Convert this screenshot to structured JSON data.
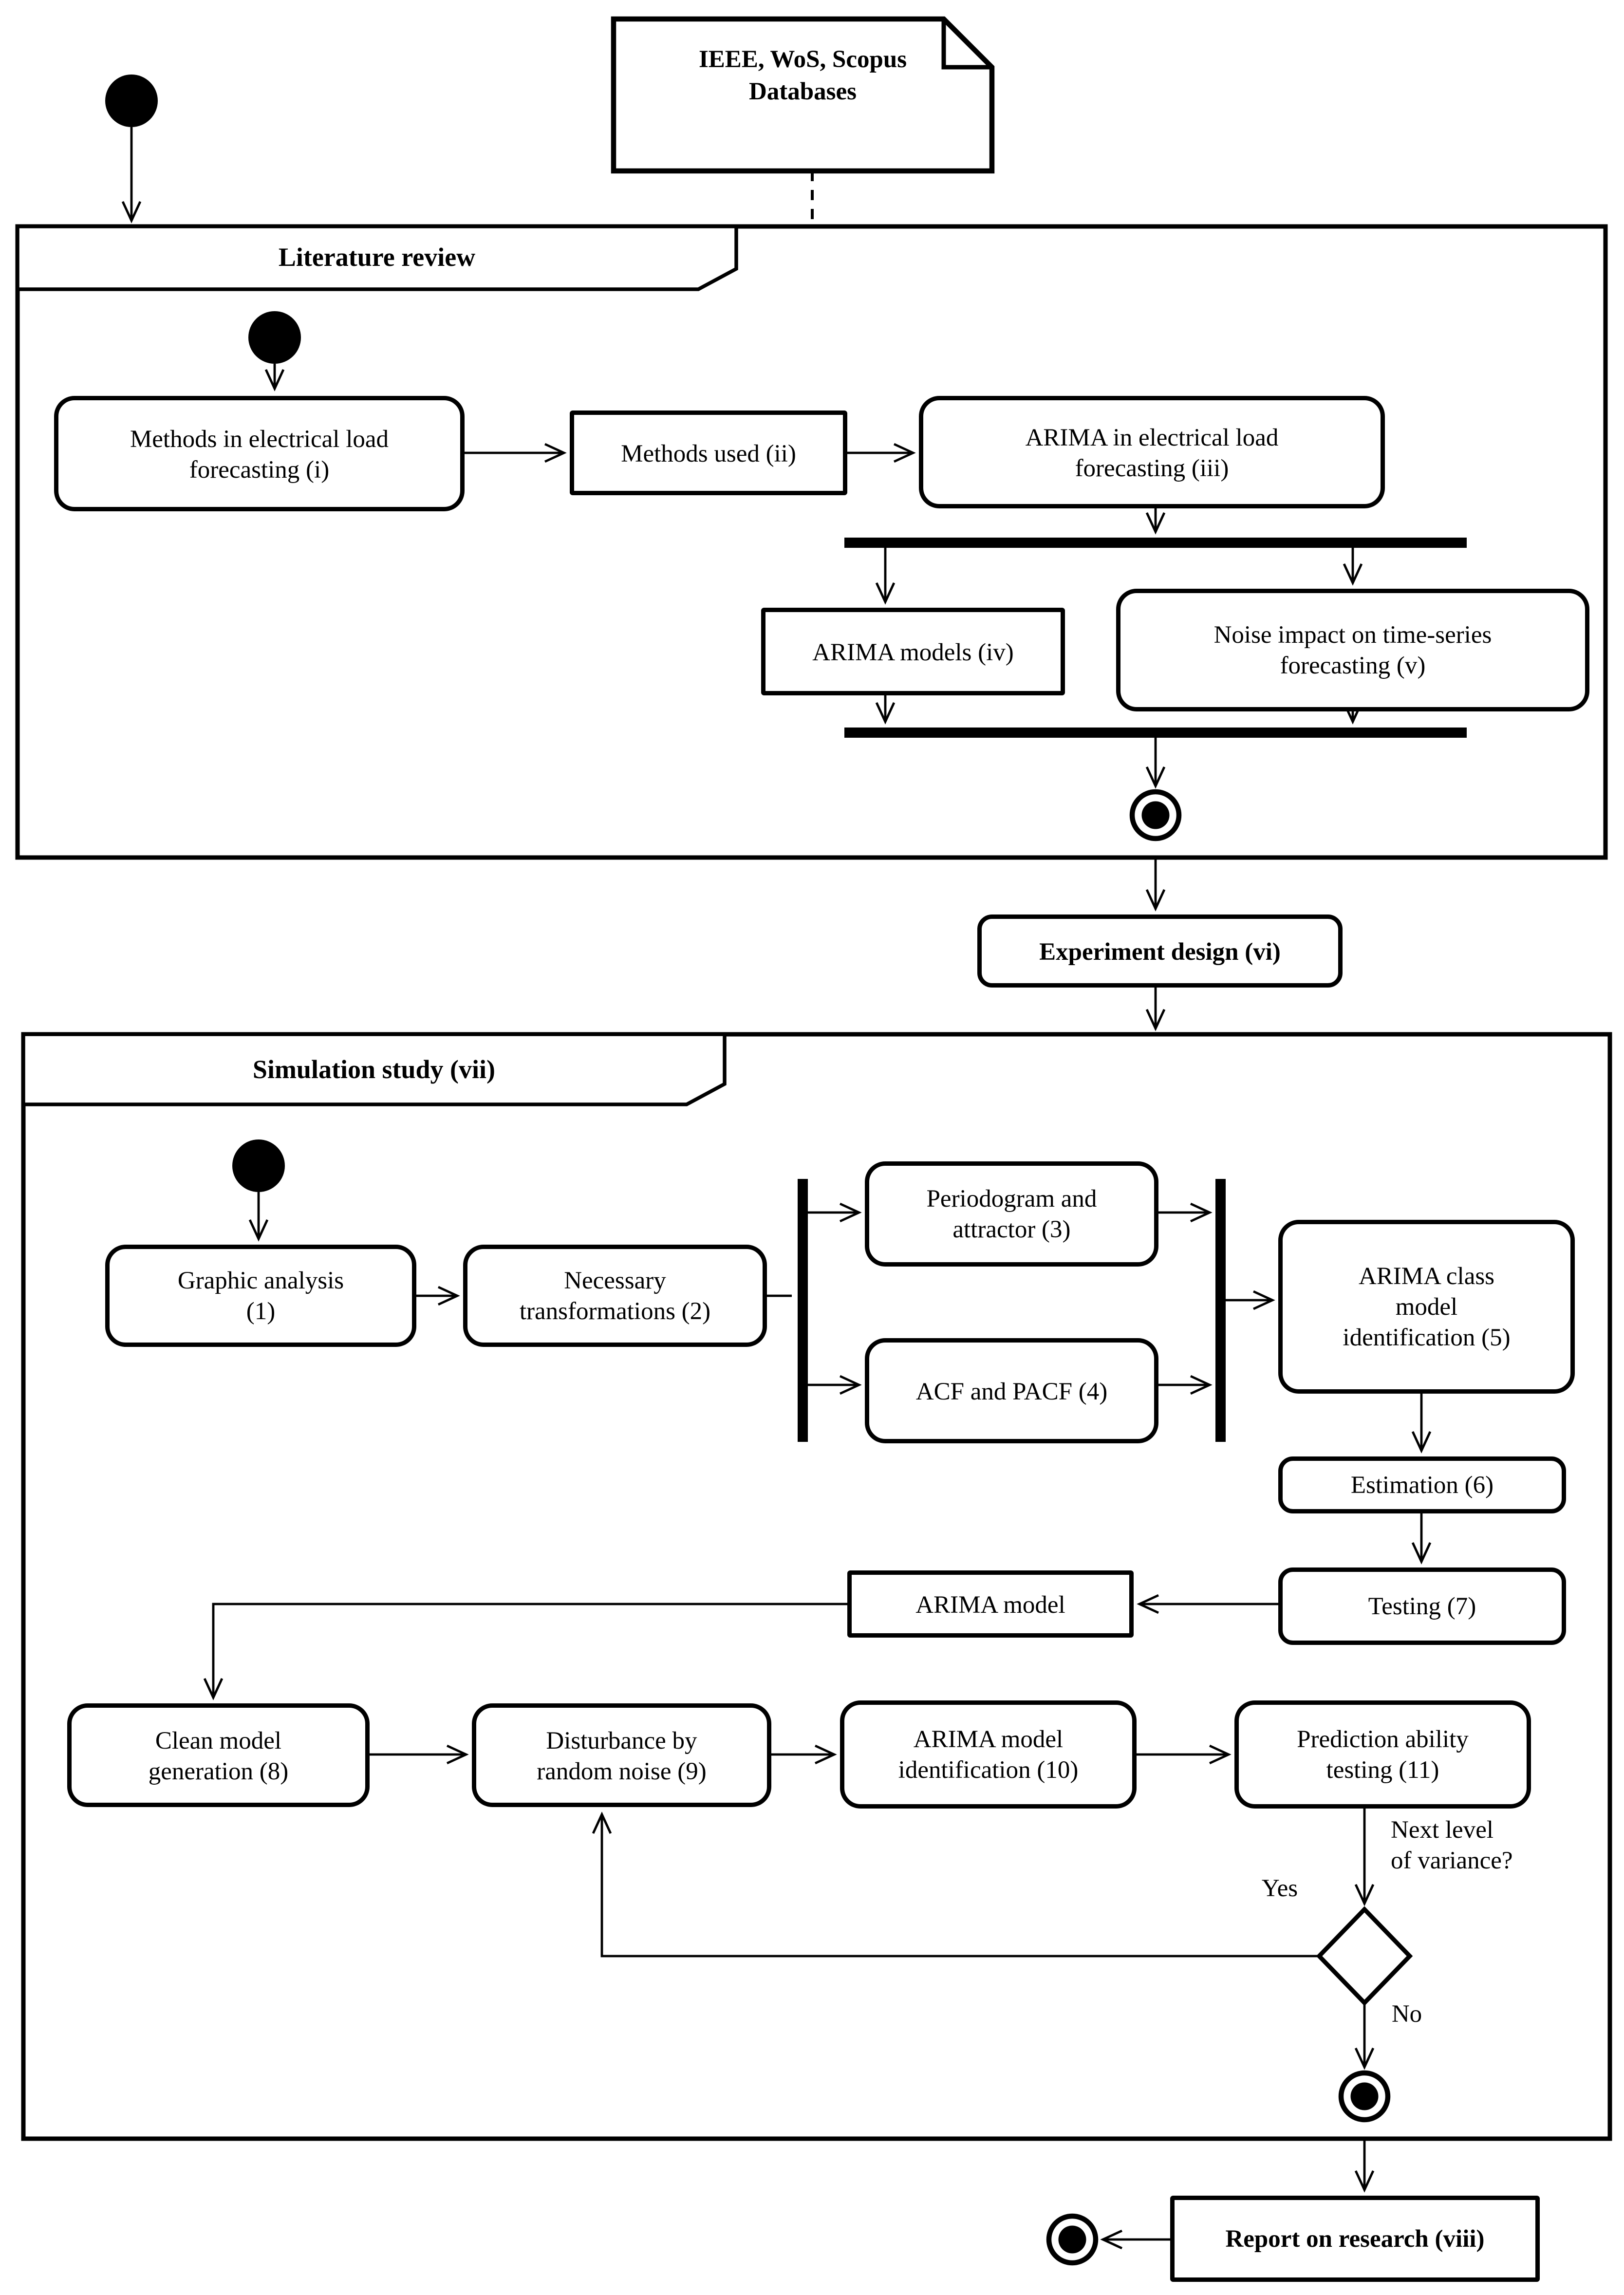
{
  "note": {
    "label": [
      "IEEE, WoS, Scopus",
      "Databases"
    ]
  },
  "frames": {
    "literature": {
      "title": "Literature review"
    },
    "simulation": {
      "title": "Simulation study (vii)"
    }
  },
  "nodes": {
    "methods_i": {
      "label": [
        "Methods in electrical load",
        "forecasting (i)"
      ]
    },
    "methods_used_ii": {
      "label": [
        "Methods used (ii)"
      ]
    },
    "arima_iii": {
      "label": [
        "ARIMA in electrical load",
        "forecasting (iii)"
      ]
    },
    "arima_models_iv": {
      "label": [
        "ARIMA models (iv)"
      ]
    },
    "noise_v": {
      "label": [
        "Noise impact on time-series",
        "forecasting (v)"
      ]
    },
    "experiment_vi": {
      "label": [
        "Experiment design (vi)"
      ]
    },
    "graphic_1": {
      "label": [
        "Graphic analysis",
        "(1)"
      ]
    },
    "transformations_2": {
      "label": [
        "Necessary",
        "transformations (2)"
      ]
    },
    "periodogram_3": {
      "label": [
        "Periodogram and",
        "attractor (3)"
      ]
    },
    "acf_pacf_4": {
      "label": [
        "ACF and PACF (4)"
      ]
    },
    "arima_class_5": {
      "label": [
        "ARIMA class",
        "model",
        "identification (5)"
      ]
    },
    "estimation_6": {
      "label": [
        "Estimation (6)"
      ]
    },
    "testing_7": {
      "label": [
        "Testing (7)"
      ]
    },
    "arima_model": {
      "label": [
        "ARIMA model"
      ]
    },
    "clean_model_8": {
      "label": [
        "Clean model",
        "generation (8)"
      ]
    },
    "disturbance_9": {
      "label": [
        "Disturbance by",
        "random noise (9)"
      ]
    },
    "arima_id_10": {
      "label": [
        "ARIMA model",
        "identification (10)"
      ]
    },
    "prediction_11": {
      "label": [
        "Prediction ability",
        "testing (11)"
      ]
    },
    "report_viii": {
      "label": [
        "Report on research (viii)"
      ]
    }
  },
  "decision": {
    "question": [
      "Next level",
      "of variance?"
    ],
    "yes_label": "Yes",
    "no_label": "No"
  },
  "colors": {
    "line": "#000000",
    "fill": "#ffffff"
  }
}
